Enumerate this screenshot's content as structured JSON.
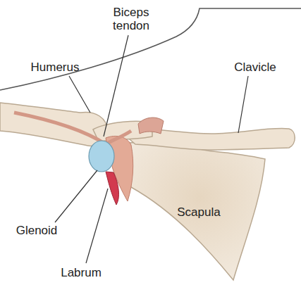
{
  "diagram": {
    "labels": [
      "Biceps tendon",
      "Humerus",
      "Clavicle",
      "Scapula",
      "Glenoid",
      "Labrum"
    ]
  }
}
